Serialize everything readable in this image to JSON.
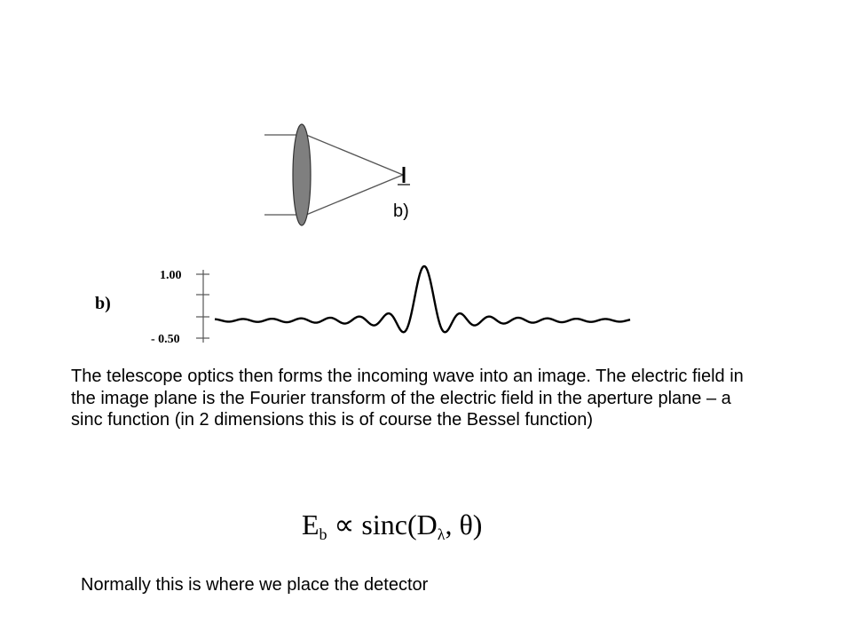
{
  "diagram": {
    "lens_label": "b)",
    "plot_label": "b)",
    "plot_ticks": [
      "1.00",
      "- 0.50"
    ]
  },
  "text": {
    "paragraph": "The telescope optics then forms the incoming wave into an image. The electric field in the image plane is the Fourier transform of the electric field in the aperture plane – a sinc function (in 2 dimensions this is of course the Bessel function)",
    "formula_E": "E",
    "formula_sub_b": "b",
    "formula_mid": " ∝ sinc(D",
    "formula_sub_lambda": "λ",
    "formula_end": ", θ)",
    "footer": "Normally this is where we place the detector"
  },
  "colors": {
    "lens_fill": "#7f7f7f",
    "ink": "#000000"
  }
}
